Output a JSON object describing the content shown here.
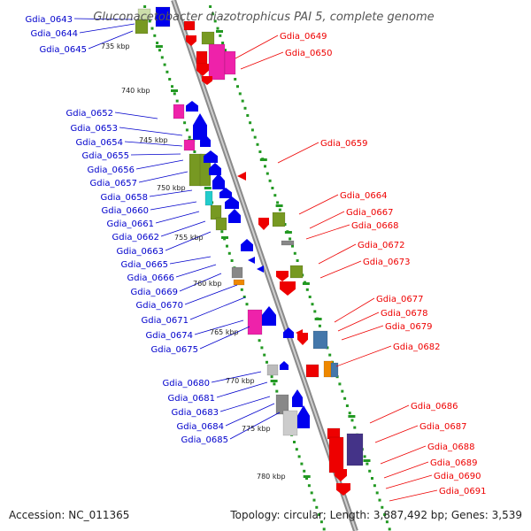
{
  "title": "Gluconacetobacter diazotrophicus PAI 5, complete genome",
  "accession": "Accession: NC_011365",
  "topology": "Topology: circular; Length: 3,887,492 bp; Genes: 3,539",
  "kbp_ticks": [
    {
      "label": "735 kbp",
      "pos": 735
    },
    {
      "label": "740 kbp",
      "pos": 740
    },
    {
      "label": "745 kbp",
      "pos": 745
    },
    {
      "label": "750 kbp",
      "pos": 750
    },
    {
      "label": "755 kbp",
      "pos": 755
    },
    {
      "label": "760 kbp",
      "pos": 760
    },
    {
      "label": "765 kbp",
      "pos": 765
    },
    {
      "label": "770 kbp",
      "pos": 770
    },
    {
      "label": "775 kbp",
      "pos": 775
    },
    {
      "label": "780 kbp",
      "pos": 780
    }
  ],
  "left_genes": [
    "Gdia_0643",
    "Gdia_0644",
    "Gdia_0645",
    "Gdia_0652",
    "Gdia_0653",
    "Gdia_0654",
    "Gdia_0655",
    "Gdia_0656",
    "Gdia_0657",
    "Gdia_0658",
    "Gdia_0660",
    "Gdia_0661",
    "Gdia_0662",
    "Gdia_0663",
    "Gdia_0665",
    "Gdia_0666",
    "Gdia_0669",
    "Gdia_0670",
    "Gdia_0671",
    "Gdia_0674",
    "Gdia_0675",
    "Gdia_0680",
    "Gdia_0681",
    "Gdia_0683",
    "Gdia_0684",
    "Gdia_0685"
  ],
  "right_genes": [
    "Gdia_0649",
    "Gdia_0650",
    "Gdia_0659",
    "Gdia_0664",
    "Gdia_0667",
    "Gdia_0668",
    "Gdia_0672",
    "Gdia_0673",
    "Gdia_0677",
    "Gdia_0678",
    "Gdia_0679",
    "Gdia_0682",
    "Gdia_0686",
    "Gdia_0687",
    "Gdia_0688",
    "Gdia_0689",
    "Gdia_0690",
    "Gdia_0691"
  ],
  "colors": {
    "left_label": "#0000cc",
    "right_label": "#ee0000",
    "forward_gene": "#ee0000",
    "reverse_gene": "#0000ee",
    "magenta_gene": "#ee22aa",
    "olive_gene": "#779922",
    "cyan_gene": "#22cccc",
    "gray_gene": "#888888",
    "orange_gene": "#ee8800",
    "steel_gene": "#4477aa",
    "purple_gene": "#443388",
    "backbone": "#999999",
    "tick_dots": "#229922"
  }
}
